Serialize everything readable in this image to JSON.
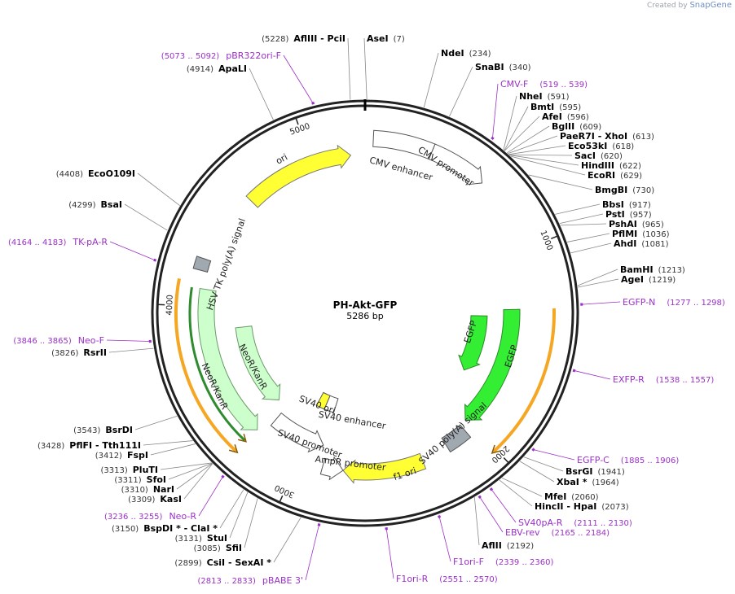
{
  "credit": {
    "prefix": "Created by",
    "brand": "SnapGene"
  },
  "plasmid": {
    "name": "PH-Akt-GFP",
    "size": "5286 bp",
    "length": 5286
  },
  "colors": {
    "primer": "#9b30c8",
    "site": "#000000",
    "pos": "#333333",
    "ori": "#ffff33",
    "egfp": "#33ee33",
    "neo": "#ccffcc",
    "grey": "#a0a8b0",
    "orange": "#f5a623",
    "green_bar": "#2e8b2e"
  },
  "ruler_ticks": [
    "1000",
    "2000",
    "3000",
    "4000",
    "5000"
  ],
  "sites": [
    {
      "name": "AseI",
      "pos": "(7)",
      "bp": 7
    },
    {
      "name": "NdeI",
      "pos": "(234)",
      "bp": 234
    },
    {
      "name": "SnaBI",
      "pos": "(340)",
      "bp": 340
    },
    {
      "name": "NheI",
      "pos": "(591)",
      "bp": 591
    },
    {
      "name": "BmtI",
      "pos": "(595)",
      "bp": 595
    },
    {
      "name": "AfeI",
      "pos": "(596)",
      "bp": 596
    },
    {
      "name": "BglII",
      "pos": "(609)",
      "bp": 609
    },
    {
      "name": "PaeR7I  - XhoI",
      "pos": "(613)",
      "bp": 613
    },
    {
      "name": "Eco53kI",
      "pos": "(618)",
      "bp": 618
    },
    {
      "name": "SacI",
      "pos": "(620)",
      "bp": 620
    },
    {
      "name": "HindIII",
      "pos": "(622)",
      "bp": 622
    },
    {
      "name": "EcoRI",
      "pos": "(629)",
      "bp": 629
    },
    {
      "name": "BmgBI",
      "pos": "(730)",
      "bp": 730
    },
    {
      "name": "BbsI",
      "pos": "(917)",
      "bp": 917
    },
    {
      "name": "PstI",
      "pos": "(957)",
      "bp": 957
    },
    {
      "name": "PshAI",
      "pos": "(965)",
      "bp": 965
    },
    {
      "name": "PflMI",
      "pos": "(1036)",
      "bp": 1036
    },
    {
      "name": "AhdI",
      "pos": "(1081)",
      "bp": 1081
    },
    {
      "name": "BamHI",
      "pos": "(1213)",
      "bp": 1213
    },
    {
      "name": "AgeI",
      "pos": "(1219)",
      "bp": 1219
    },
    {
      "name": "BsrGI",
      "pos": "(1941)",
      "bp": 1941
    },
    {
      "name": "XbaI *",
      "pos": "(1964)",
      "bp": 1964
    },
    {
      "name": "MfeI",
      "pos": "(2060)",
      "bp": 2060
    },
    {
      "name": "HincII  - HpaI",
      "pos": "(2073)",
      "bp": 2073
    },
    {
      "name": "AflII",
      "pos": "(2192)",
      "bp": 2192
    },
    {
      "name": "CsiI  - SexAI *",
      "pos": "(2899)",
      "bp": 2899
    },
    {
      "name": "SfiI",
      "pos": "(3085)",
      "bp": 3085
    },
    {
      "name": "StuI",
      "pos": "(3131)",
      "bp": 3131
    },
    {
      "name": "BspDI *  - ClaI *",
      "pos": "(3150)",
      "bp": 3150
    },
    {
      "name": "KasI",
      "pos": "(3309)",
      "bp": 3309
    },
    {
      "name": "NarI",
      "pos": "(3310)",
      "bp": 3310
    },
    {
      "name": "SfoI",
      "pos": "(3311)",
      "bp": 3311
    },
    {
      "name": "PluTI",
      "pos": "(3313)",
      "bp": 3313
    },
    {
      "name": "FspI",
      "pos": "(3412)",
      "bp": 3412
    },
    {
      "name": "PflFI  - Tth111I",
      "pos": "(3428)",
      "bp": 3428
    },
    {
      "name": "BsrDI",
      "pos": "(3543)",
      "bp": 3543
    },
    {
      "name": "RsrII",
      "pos": "(3826)",
      "bp": 3826
    },
    {
      "name": "BsaI",
      "pos": "(4299)",
      "bp": 4299
    },
    {
      "name": "EcoO109I",
      "pos": "(4408)",
      "bp": 4408
    },
    {
      "name": "ApaLI",
      "pos": "(4914)",
      "bp": 4914
    },
    {
      "name": "AflIII  - PciI",
      "pos": "(5228)",
      "bp": 5228
    }
  ],
  "primers": [
    {
      "name": "CMV-F",
      "range": "(519 .. 539)"
    },
    {
      "name": "EGFP-N",
      "range": "(1277 .. 1298)"
    },
    {
      "name": "EXFP-R",
      "range": "(1538 .. 1557)"
    },
    {
      "name": "EGFP-C",
      "range": "(1885 .. 1906)"
    },
    {
      "name": "SV40pA-R",
      "range": "(2111 .. 2130)"
    },
    {
      "name": "EBV-rev",
      "range": "(2165 .. 2184)"
    },
    {
      "name": "F1ori-F",
      "range": "(2339 .. 2360)"
    },
    {
      "name": "F1ori-R",
      "range": "(2551 .. 2570)"
    },
    {
      "name": "pBABE 3'",
      "range": "(2813 .. 2833)"
    },
    {
      "name": "Neo-R",
      "range": "(3236 .. 3255)"
    },
    {
      "name": "Neo-F",
      "range": "(3846 .. 3865)"
    },
    {
      "name": "TK-pA-R",
      "range": "(4164 .. 4183)"
    },
    {
      "name": "pBR322ori-F",
      "range": "(5073 .. 5092)"
    }
  ],
  "features": [
    {
      "name": "CMV enhancer"
    },
    {
      "name": "CMV promoter"
    },
    {
      "name": "EGFP"
    },
    {
      "name": "EGFP"
    },
    {
      "name": "SV40 poly(A) signal"
    },
    {
      "name": "f1 ori"
    },
    {
      "name": "AmpR promoter"
    },
    {
      "name": "SV40 promoter"
    },
    {
      "name": "SV40 enhancer"
    },
    {
      "name": "SV40 ori"
    },
    {
      "name": "NeoR/KanR"
    },
    {
      "name": "NeoR/KanR"
    },
    {
      "name": "HSV TK poly(A) signal"
    },
    {
      "name": "ori"
    }
  ]
}
